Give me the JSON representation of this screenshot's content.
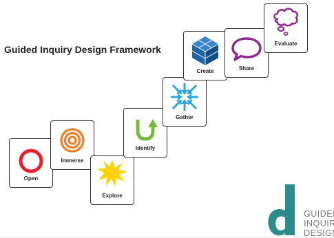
{
  "title": "Guided Inquiry Design Framework",
  "stages": [
    {
      "label": "Open",
      "icon": "red-ring-icon",
      "color": "#e8202a"
    },
    {
      "label": "Immerse",
      "icon": "concentric-circles-icon",
      "color": "#ef7d22"
    },
    {
      "label": "Explore",
      "icon": "starburst-icon",
      "color": "#ffd200"
    },
    {
      "label": "Identify",
      "icon": "u-turn-arrow-icon",
      "color": "#78b83c"
    },
    {
      "label": "Gather",
      "icon": "converging-arrows-icon",
      "color": "#2aa7dc"
    },
    {
      "label": "Create",
      "icon": "hexagon-cube-icon",
      "color": "#1f63a8"
    },
    {
      "label": "Share",
      "icon": "speech-bubble-icon",
      "color": "#8e2a8e"
    },
    {
      "label": "Evaluate",
      "icon": "thought-bubble-icon",
      "color": "#8e2a8e"
    }
  ],
  "logo": {
    "letter": "d",
    "words": [
      "GUIDED",
      "INQUIRY",
      "DESIGN"
    ],
    "color": "#2c8c8c"
  }
}
